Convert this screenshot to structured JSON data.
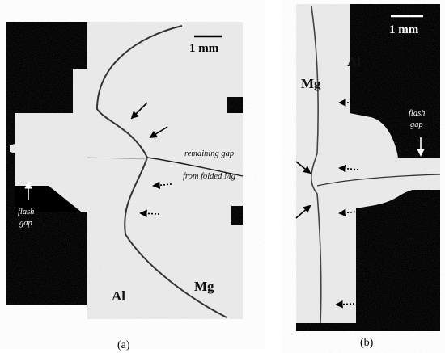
{
  "panels": {
    "a": {
      "label": "(a)",
      "scale_bar": "1 mm",
      "material_left": "Al",
      "material_right": "Mg",
      "annotation_gap_line1": "remaining gap",
      "annotation_gap_line2": "from folded Mg",
      "annotation_flash_line1": "flash",
      "annotation_flash_line2": "gap"
    },
    "b": {
      "label": "(b)",
      "scale_bar": "1 mm",
      "material_left": "Mg",
      "material_right": "Al",
      "annotation_flash_line1": "flash",
      "annotation_flash_line2": "gap"
    }
  },
  "colors": {
    "micrograph_bg": "#ebebeb",
    "dark_background": "#000000",
    "interface_line": "#333333"
  }
}
